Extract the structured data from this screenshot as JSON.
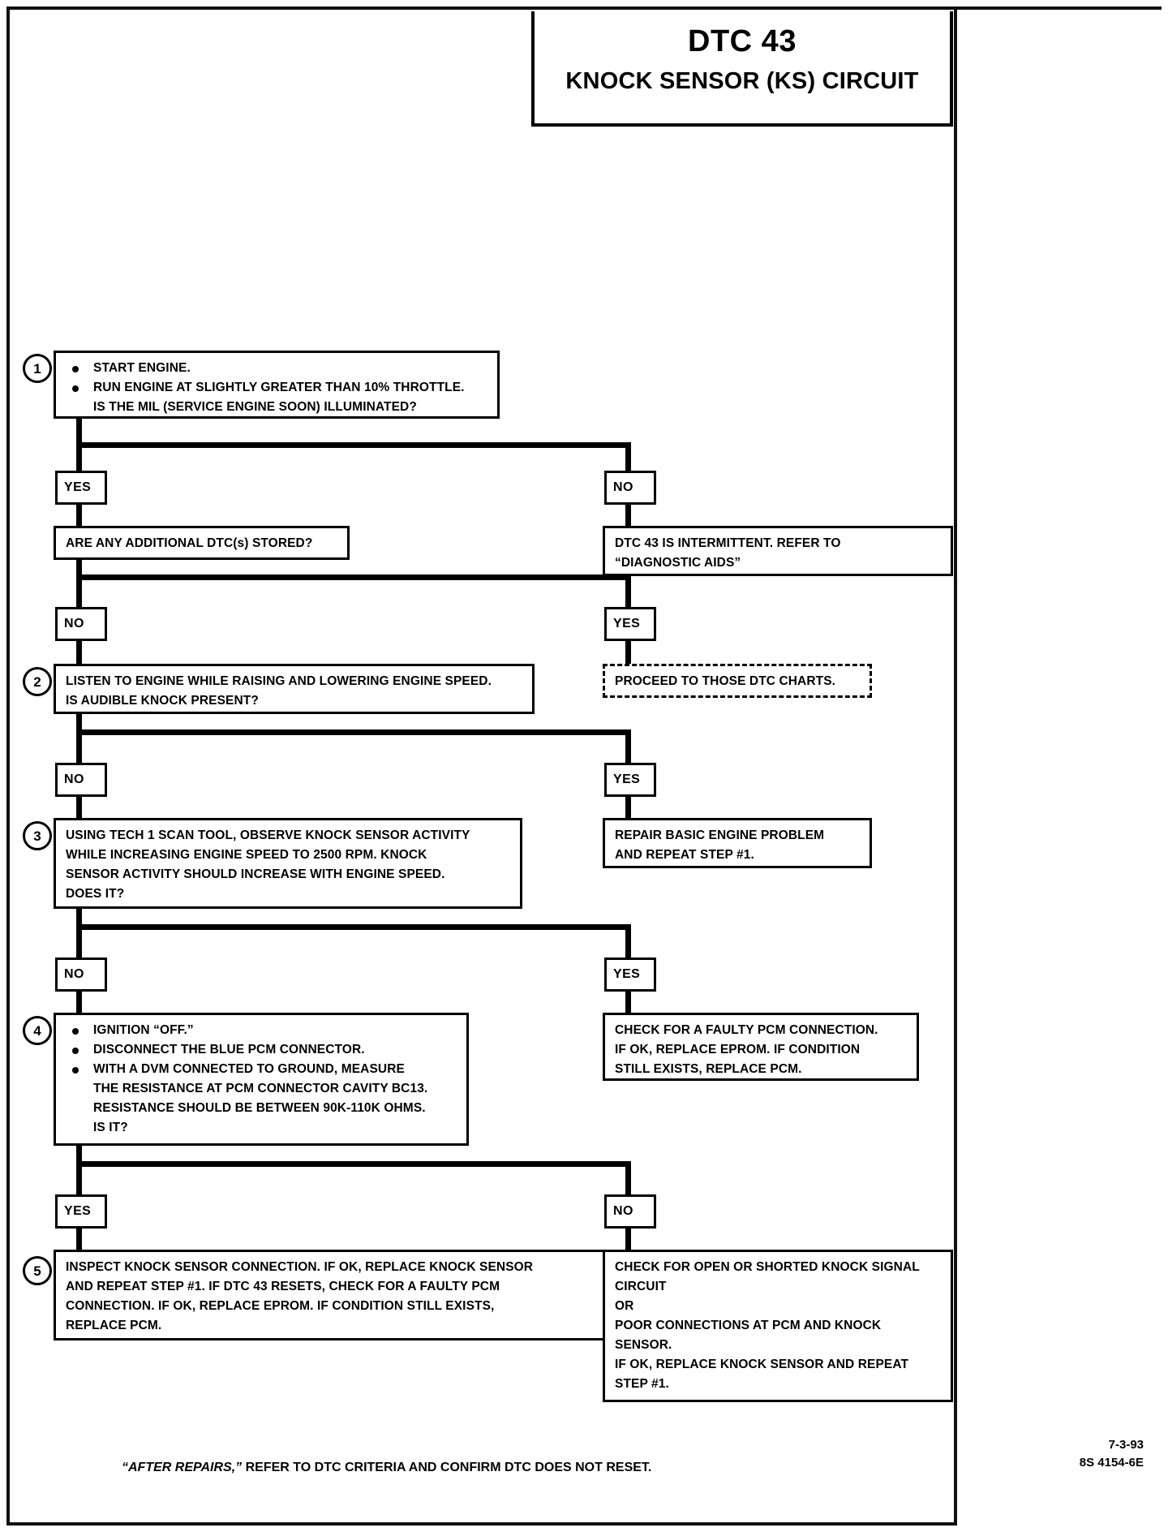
{
  "title": {
    "code": "DTC 43",
    "name": "KNOCK SENSOR (KS) CIRCUIT"
  },
  "steps": {
    "s1": {
      "number": "1",
      "bullet1": "START ENGINE.",
      "bullet2": "RUN ENGINE AT SLIGHTLY GREATER THAN 10% THROTTLE.",
      "line3": "IS THE MIL (SERVICE ENGINE SOON) ILLUMINATED?"
    },
    "s2": {
      "number": "2",
      "line1": "LISTEN TO ENGINE WHILE RAISING AND LOWERING ENGINE SPEED.",
      "line2": "IS AUDIBLE KNOCK PRESENT?"
    },
    "s3": {
      "number": "3",
      "line1": "USING TECH 1 SCAN TOOL, OBSERVE KNOCK SENSOR ACTIVITY",
      "line2": "WHILE INCREASING ENGINE SPEED TO 2500 RPM.  KNOCK",
      "line3": "SENSOR ACTIVITY SHOULD INCREASE WITH ENGINE SPEED.",
      "line4": "DOES IT?"
    },
    "s4": {
      "number": "4",
      "bullet1": "IGNITION “OFF.”",
      "bullet2": "DISCONNECT THE BLUE PCM CONNECTOR.",
      "bullet3_l1": "WITH A DVM CONNECTED TO GROUND, MEASURE",
      "bullet3_l2": "THE RESISTANCE AT PCM CONNECTOR CAVITY BC13.",
      "bullet3_l3": "RESISTANCE SHOULD BE BETWEEN 90K-110K OHMS.",
      "bullet3_l4": "IS IT?"
    },
    "s5": {
      "number": "5",
      "line1": "INSPECT KNOCK SENSOR CONNECTION.  IF OK, REPLACE KNOCK SENSOR",
      "line2": "AND REPEAT STEP #1.  IF DTC 43 RESETS, CHECK FOR A FAULTY PCM",
      "line3": "CONNECTION.  IF OK, REPLACE EPROM.  IF CONDITION STILL EXISTS,",
      "line4": "REPLACE PCM."
    }
  },
  "branch_labels": {
    "b1_yes": "YES",
    "b1_no": "NO",
    "b2_no": "NO",
    "b2_yes": "YES",
    "b3_no": "NO",
    "b3_yes": "YES",
    "b4_no": "NO",
    "b4_yes": "YES",
    "b5_yes": "YES",
    "b5_no": "NO"
  },
  "boxes": {
    "additional_dtc": {
      "line1": "ARE ANY ADDITIONAL DTC(s) STORED?"
    },
    "intermittent": {
      "line1": "DTC 43 IS INTERMITTENT.  REFER TO",
      "line2": "“DIAGNOSTIC AIDS”"
    },
    "proceed_charts": {
      "line1": "PROCEED TO THOSE DTC CHARTS."
    },
    "repair_basic": {
      "line1": "REPAIR BASIC ENGINE PROBLEM",
      "line2": "AND REPEAT STEP #1."
    },
    "faulty_pcm": {
      "line1": "CHECK FOR A FAULTY PCM CONNECTION.",
      "line2": "IF OK, REPLACE EPROM.  IF CONDITION",
      "line3": "STILL EXISTS, REPLACE PCM."
    },
    "open_shorted": {
      "line1": "CHECK FOR OPEN OR SHORTED KNOCK SIGNAL",
      "line2": "CIRCUIT",
      "line3": "OR",
      "line4": "POOR CONNECTIONS AT PCM AND KNOCK",
      "line5": "SENSOR.",
      "line6": "IF OK, REPLACE KNOCK SENSOR AND REPEAT",
      "line7": "STEP #1."
    }
  },
  "footer": {
    "note_italic": "“AFTER REPAIRS,”",
    "note_rest": " REFER TO DTC CRITERIA AND CONFIRM DTC DOES NOT RESET.",
    "date": "7-3-93",
    "code": "8S 4154-6E"
  }
}
